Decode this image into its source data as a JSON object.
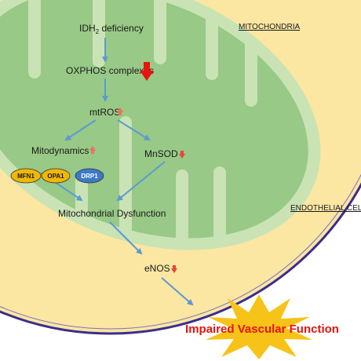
{
  "colors": {
    "background": "#ffffff",
    "cell_fill": "#fbe6a2",
    "cell_border": "#3b2d8f",
    "mito_outer": "#c9e3b4",
    "mito_inner": "#98c986",
    "cristae": "#c9e3b4",
    "arrow": "#5d9ad3",
    "up_arrow": "#f2705f",
    "down_arrow_small": "#e8453c",
    "down_arrow_big": "#e8140f",
    "mfn_opa_fill": "#f2b705",
    "drp_fill": "#3d79c9",
    "burst_fill": "#f7c318",
    "title_text": "#e8120c",
    "link_text": "#1a1a1a"
  },
  "labels": {
    "mitochondria": "MITOCHONDRIA",
    "endothelial_cell": "ENDOTHELIAL CELL",
    "idh2_prefix": "IDH",
    "idh2_sub": "2",
    "idh2_suffix": " deficiency",
    "oxphos": "OXPHOS complexes",
    "mtros": "mtROS",
    "mitodynamics": "Mitodynamics",
    "mnsod": "MnSOD",
    "mito_dysfunction": "Mitochondrial Dysfunction",
    "enos": "eNOS",
    "impaired": "Impaired Vascular Function"
  },
  "proteins": {
    "mfn1": "MFN1",
    "opa1": "OPA1",
    "drp1": "DRP1"
  },
  "icons": {
    "up": "up-arrow-icon",
    "down": "down-arrow-icon",
    "burst": "starburst-icon"
  }
}
